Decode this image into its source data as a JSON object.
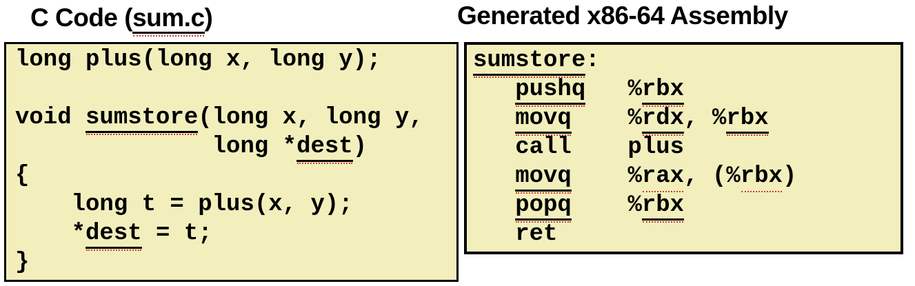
{
  "colors": {
    "box_bg": "#f2efbd",
    "box_border": "#000000",
    "underline": "#000000",
    "squiggle": "#cf3a2a",
    "title_color": "#000000",
    "code_color": "#000000"
  },
  "left": {
    "title": [
      {
        "t": "C Code ("
      },
      {
        "t": "sum.c",
        "u": true
      },
      {
        "t": ")"
      }
    ],
    "code": [
      [
        {
          "t": "long plus(long x, long y);"
        }
      ],
      [
        {
          "t": ""
        }
      ],
      [
        {
          "t": "void "
        },
        {
          "t": "sumstore",
          "u": true
        },
        {
          "t": "(long x, long y,"
        }
      ],
      [
        {
          "t": "              long *"
        },
        {
          "t": "dest",
          "u": true
        },
        {
          "t": ")"
        }
      ],
      [
        {
          "t": "{"
        }
      ],
      [
        {
          "t": "    long t = plus(x, y);"
        }
      ],
      [
        {
          "t": "    *"
        },
        {
          "t": "dest",
          "u": true
        },
        {
          "t": " = t;"
        }
      ],
      [
        {
          "t": "}"
        }
      ]
    ]
  },
  "right": {
    "title": [
      {
        "t": "Generated x86-64 Assembly"
      }
    ],
    "code": [
      [
        {
          "t": "sumstore",
          "u": true
        },
        {
          "t": ":"
        }
      ],
      [
        {
          "t": "   "
        },
        {
          "t": "pushq",
          "u": true
        },
        {
          "t": "   %"
        },
        {
          "t": "rbx",
          "u": true
        }
      ],
      [
        {
          "t": "   "
        },
        {
          "t": "movq",
          "u": true
        },
        {
          "t": "    %"
        },
        {
          "t": "rdx",
          "u": true
        },
        {
          "t": ", %"
        },
        {
          "t": "rbx",
          "u": true
        }
      ],
      [
        {
          "t": "   call    plus"
        }
      ],
      [
        {
          "t": "   "
        },
        {
          "t": "movq",
          "u": true
        },
        {
          "t": "    %"
        },
        {
          "t": "rax",
          "s": true
        },
        {
          "t": ", (%"
        },
        {
          "t": "rbx",
          "s": true
        },
        {
          "t": ")"
        }
      ],
      [
        {
          "t": "   "
        },
        {
          "t": "popq",
          "u": true
        },
        {
          "t": "    %"
        },
        {
          "t": "rbx",
          "u": true
        }
      ],
      [
        {
          "t": "   ret"
        }
      ]
    ]
  }
}
